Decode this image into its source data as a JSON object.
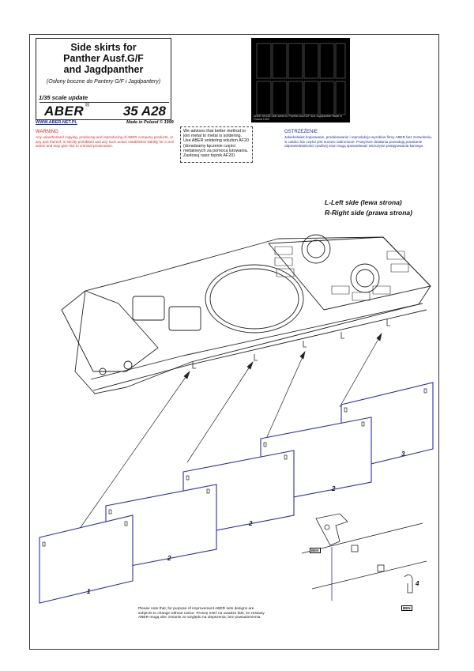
{
  "header": {
    "title_lines": [
      "Side skirts for",
      "Panther Ausf.G/F",
      "and Jagdpanther"
    ],
    "subtitle": "(Osłony boczne do Pantery G/F i Jagdpantery)",
    "scale": "1/35 scale update",
    "brand": "ABER",
    "registered": "®",
    "product_code": "35 A28",
    "url": "WWW.ABER.NET.PL",
    "made_in": "Made in Poland © 1999"
  },
  "warning_en": {
    "title": "WARNING",
    "text": "Any unauthorised copying, producing and reproducing of ABER company products, or any part thereof, is strictly prohibited and any such action establishes liability for a civil action and may give rise to criminal prosecution."
  },
  "advice": {
    "text": "We advises that better method to join metal to metal is soldering. Use ABER soldering solution AF20 (doradzamy łączenie części metalowych za pomocą lutowania. Zastosuj nasz topnik AF20)"
  },
  "warning_pl": {
    "title": "OSTRZEŻENIE",
    "text": "Jakiekolwiek kopiowanie, produkowanie i reprodukcja wyrobów firmy ABER bez zezwolenia, w całości lub części jest surowo zabronione. Powyższe działania powodują powstanie odpowiedzialności cywilnej oraz mogą spowodować wszczęcie postępowania karnego."
  },
  "pe_sheet": {
    "caption": "ABER 35 A28   Side skirts for Panther Ausf.G/F and Jagdpanther     Made in Poland 1999"
  },
  "sides_legend": {
    "left": "L-Left side (lewa strona)",
    "right": "R-Right side (prawa strona)"
  },
  "part_numbers": {
    "p1": "1",
    "p2a": "2",
    "p2b": "2",
    "p2c": "2",
    "p3": "3",
    "p4": "4"
  },
  "bend_labels": {
    "a": "BEN",
    "b": "BEN"
  },
  "footnote": {
    "text": "Please note that, for purpose of improvement ABER sets designs are subjects to change without notice. Proszę mieć na uwadze fakt, że zestawy ABER mogą ulec zmianie ze względu na ulepszenia, bez powiadomienia."
  }
}
